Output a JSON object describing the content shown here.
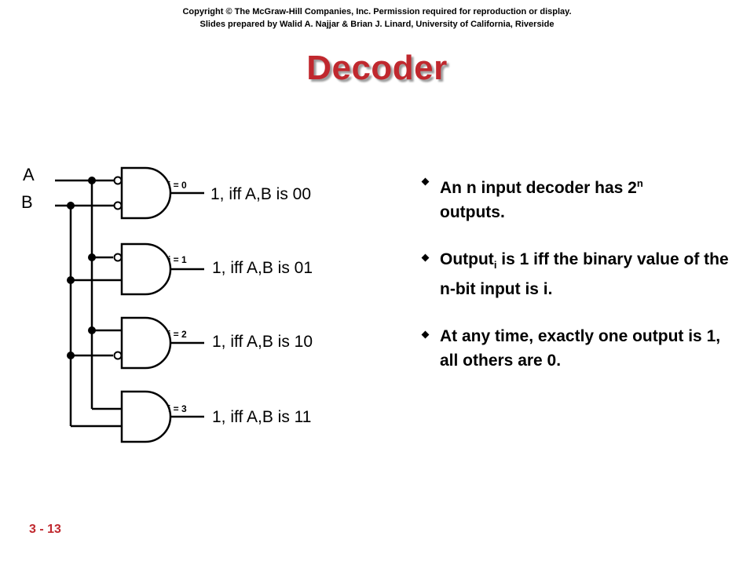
{
  "header": {
    "copyright_line1": "Copyright © The McGraw-Hill Companies, Inc. Permission required for reproduction or display.",
    "copyright_line2": "Slides prepared by Walid A. Najjar & Brian J. Linard, University of California, Riverside"
  },
  "title": "Decoder",
  "diagram": {
    "inputs": [
      "A",
      "B"
    ],
    "gates": [
      {
        "index_label": "i = 0",
        "output_label": "1, iff A,B is 00"
      },
      {
        "index_label": "i = 1",
        "output_label": "1, iff A,B is 01"
      },
      {
        "index_label": "i = 2",
        "output_label": "1, iff A,B is 10"
      },
      {
        "index_label": "i = 3",
        "output_label": "1, iff A,B is 11"
      }
    ]
  },
  "bullets": [
    {
      "pre": "An n input decoder has 2",
      "sup": "n",
      "post": " outputs."
    },
    {
      "pre": "Output",
      "sub": "i",
      "post": " is 1 iff the binary value of the n-bit input is i."
    },
    {
      "pre": "At any time, exactly one output is 1, all others are 0."
    }
  ],
  "slide_number": "3 - 13",
  "colors": {
    "title": "#c0282e",
    "slide_number": "#c0282e"
  }
}
